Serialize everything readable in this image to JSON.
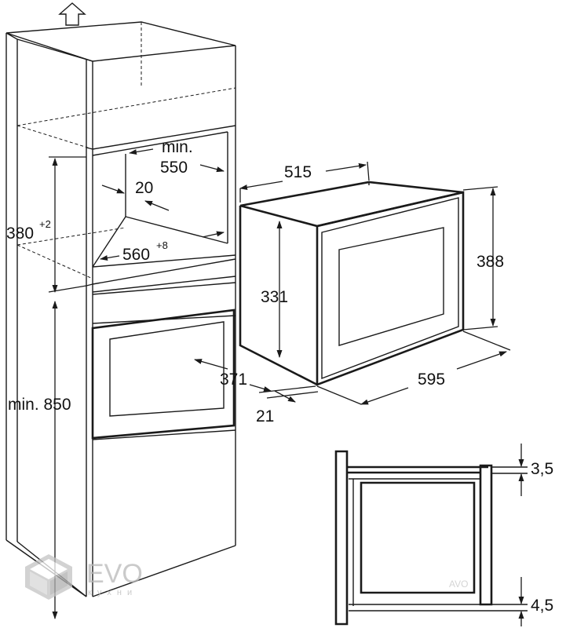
{
  "dimensions": {
    "niche_height": "380",
    "niche_height_tol": "+2",
    "niche_depth_prefix": "min.",
    "niche_depth_value": "550",
    "gap": "20",
    "niche_width": "560",
    "niche_width_tol": "+8",
    "door_gap": "371",
    "floor_height": "min. 850",
    "front_thickness": "21",
    "appliance_depth": "515",
    "appliance_body_height": "331",
    "appliance_front_height": "388",
    "appliance_front_width": "595",
    "detail_top": "3,5",
    "detail_bottom": "4,5"
  },
  "watermark": {
    "logo_text": "EVO",
    "subtitle": "кухни",
    "small_mark": "AVO"
  }
}
